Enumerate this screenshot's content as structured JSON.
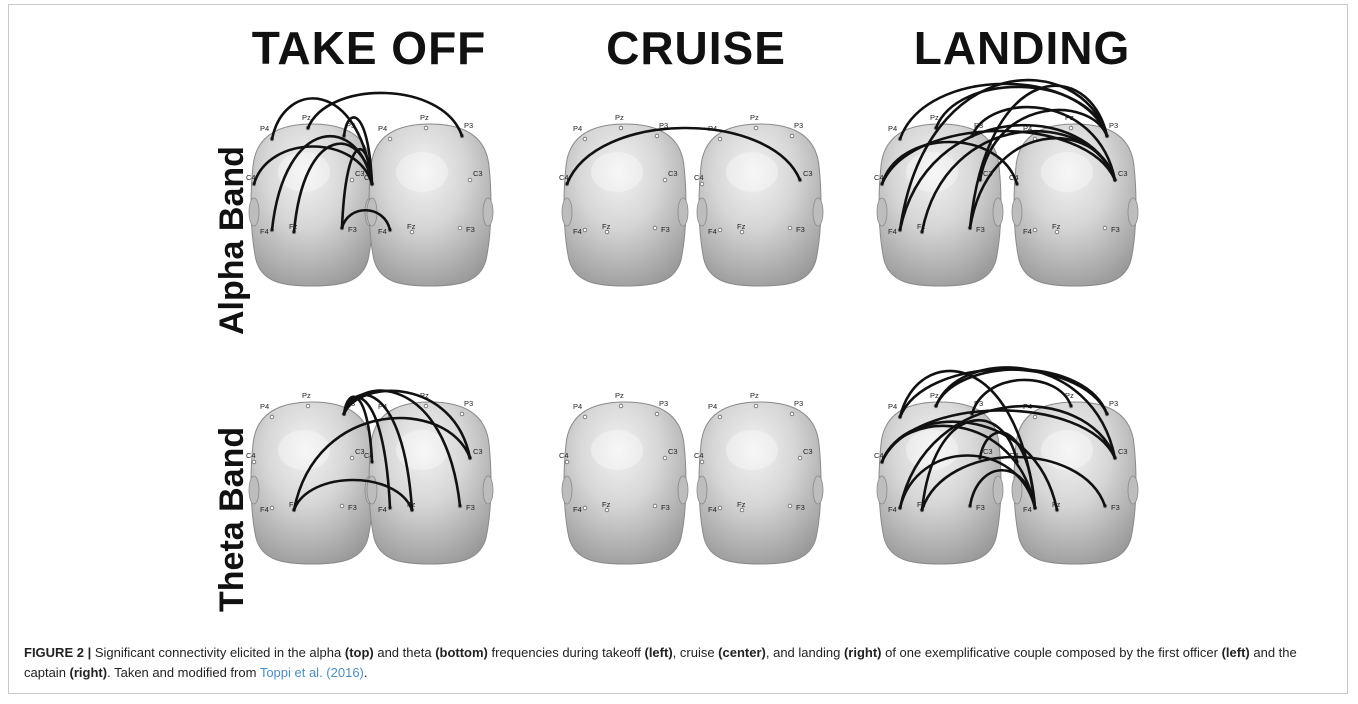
{
  "figure": {
    "columns": [
      "TAKE OFF",
      "CRUISE",
      "LANDING"
    ],
    "rows": [
      "Alpha Band",
      "Theta Band"
    ],
    "electrode_labels": {
      "p4": "P4",
      "pz": "Pz",
      "p3": "P3",
      "c4": "C4",
      "c3": "C3",
      "f4": "F4",
      "fz": "Fz",
      "f3": "F3"
    }
  },
  "caption": {
    "label": "FIGURE 2 |",
    "t1": " Significant connectivity elicited in the alpha ",
    "b1": "(top)",
    "t2": " and theta ",
    "b2": "(bottom)",
    "t3": " frequencies during takeoff ",
    "b3": "(left)",
    "t4": ", cruise ",
    "b4": "(center)",
    "t5": ", and landing ",
    "b5": "(right)",
    "t6": " of one exemplificative couple composed by the first officer ",
    "b6": "(left)",
    "t7": " and the captain ",
    "b7": "(right)",
    "t8": ". Taken and modified from ",
    "cite": "Toppi et al. (2016)",
    "t9": "."
  }
}
